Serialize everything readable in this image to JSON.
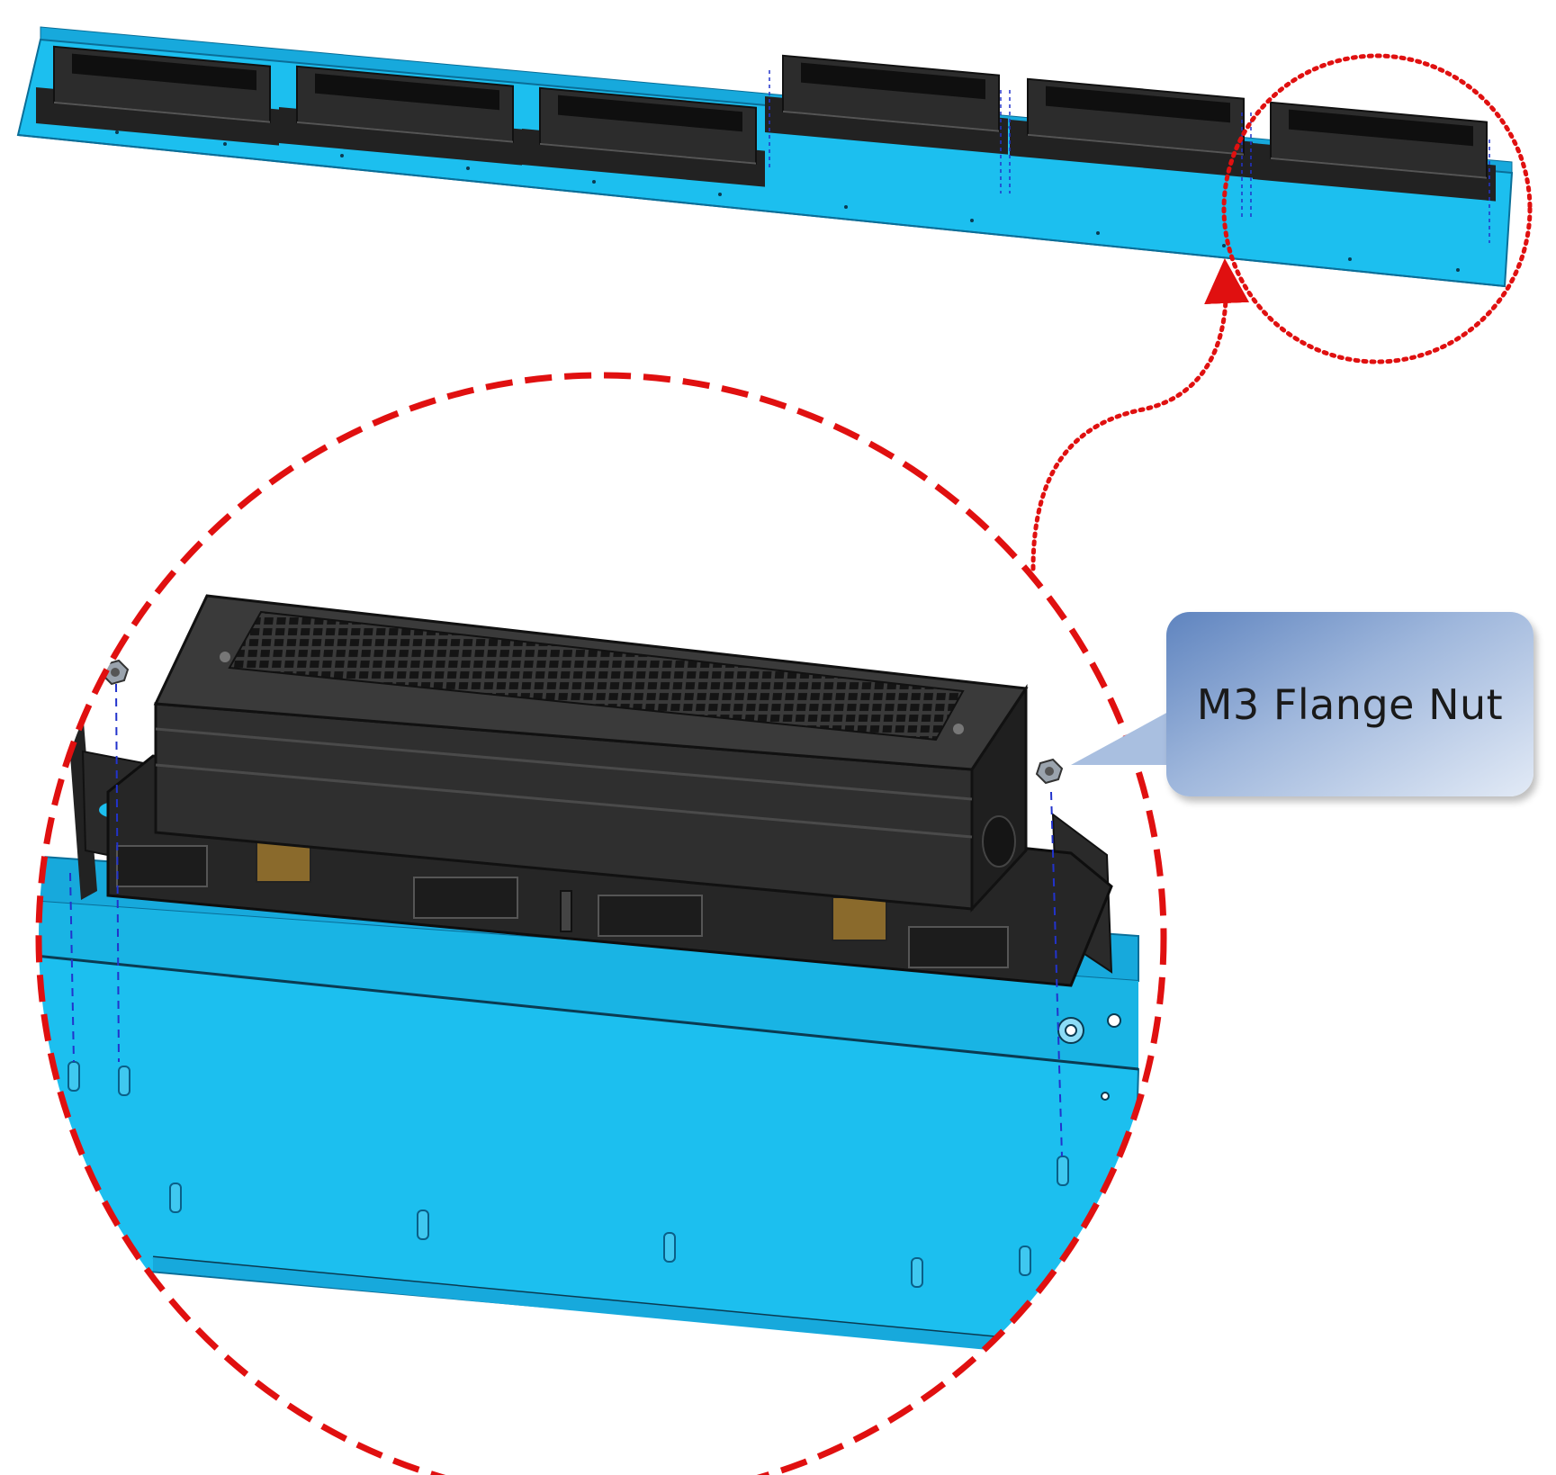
{
  "callout": {
    "label": "M3 Flange Nut"
  },
  "colors": {
    "panel_blue": "#1cbfef",
    "panel_edge": "#0a7aa8",
    "unit_black": "#2a2a2a",
    "highlight_red": "#e01010"
  },
  "top_view": {
    "unit_count": 6
  },
  "icons": [
    "flange-nut-icon",
    "zoom-circle",
    "leader-arrow"
  ]
}
